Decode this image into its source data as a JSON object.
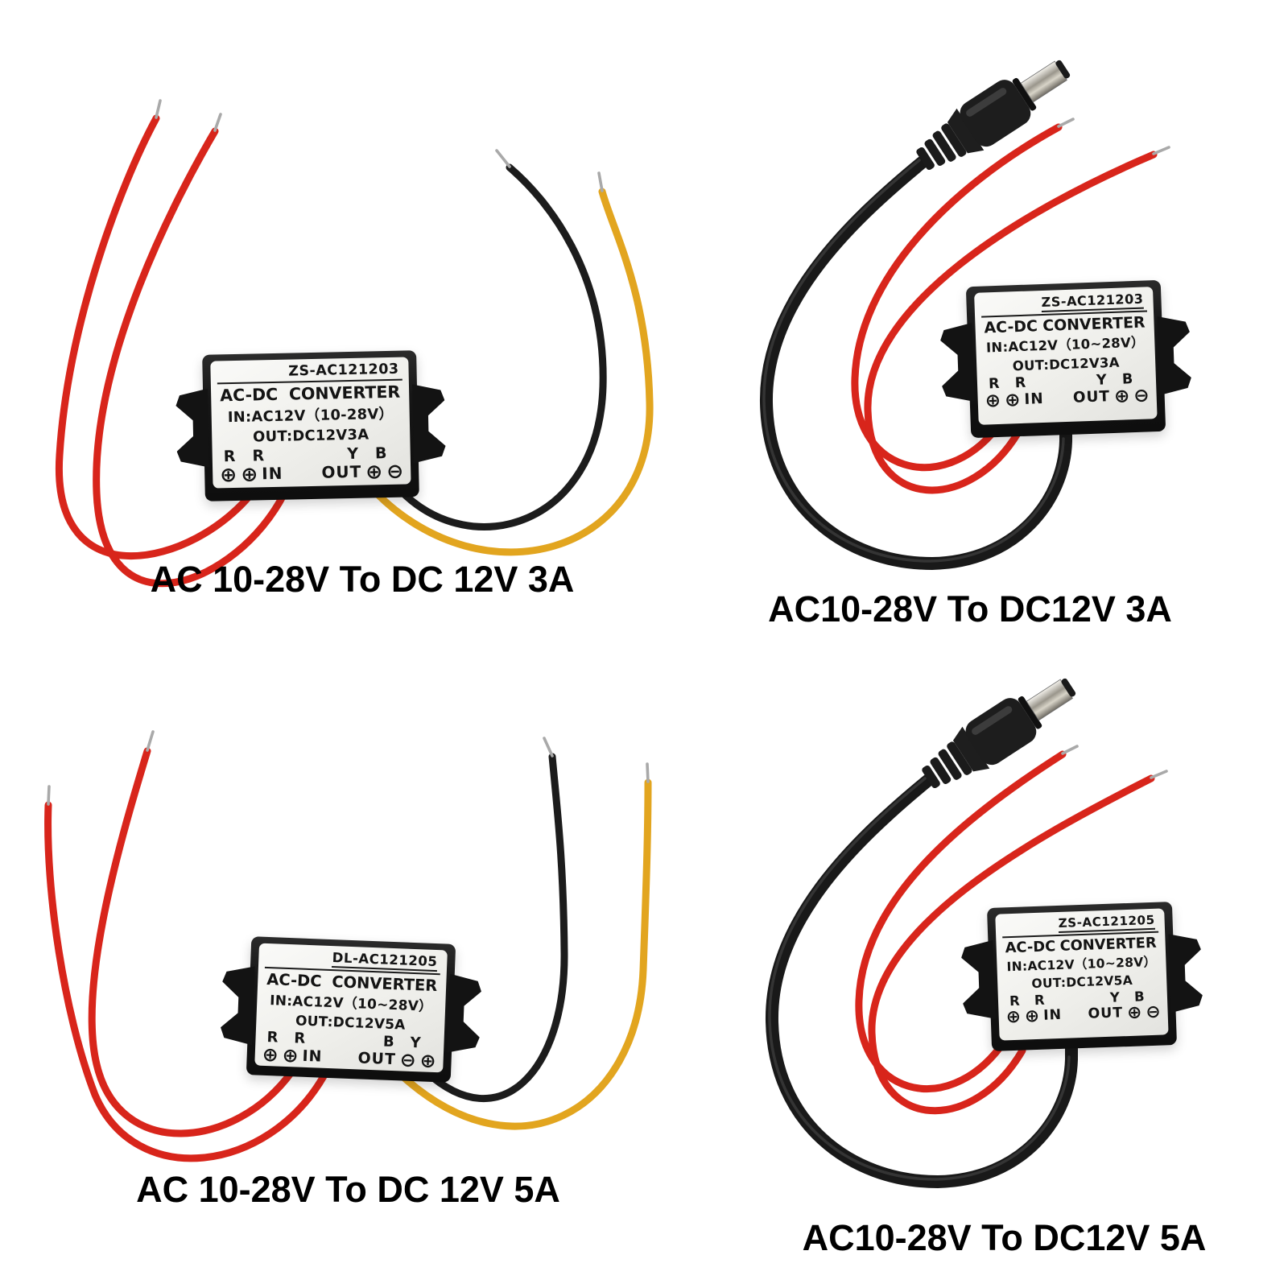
{
  "page": {
    "background": "#ffffff",
    "description_visible_content": "four product photos of AC-DC converter modules with wire leads"
  },
  "colors": {
    "wire_red": "#d8251b",
    "wire_yellow": "#e2a51f",
    "wire_black": "#1c1c1c",
    "cable_black": "#191919",
    "case_black": "#141414",
    "label_background": "#efefec",
    "label_text": "#141414",
    "caption_text": "#000000",
    "tip_silver": "#a9a9a9"
  },
  "products": [
    {
      "caption": "AC 10-28V To DC 12V 3A",
      "wire_colors": [
        "red",
        "red",
        "yellow",
        "black"
      ],
      "connector": "bare wire leads",
      "label": {
        "model": "ZS-AC121203",
        "brand_left": "AC-DC",
        "brand_right": "CONVERTER",
        "input": "IN:AC12V（10-28V）",
        "output": "OUT:DC12V3A",
        "terminal_left_letters": "R R",
        "terminal_right_letters": "Y B",
        "terminal_symbols": [
          "⊕",
          "⊕",
          "IN",
          "OUT",
          "⊕",
          "⊖"
        ]
      }
    },
    {
      "caption": "AC10-28V To DC12V 3A",
      "wire_colors": [
        "black cable with DC plug",
        "red",
        "red"
      ],
      "connector": "DC barrel plug",
      "label": {
        "model": "ZS-AC121203",
        "brand_left": "AC-DC",
        "brand_right": "CONVERTER",
        "input": "IN:AC12V（10~28V）",
        "output": "OUT:DC12V3A",
        "terminal_left_letters": "R R",
        "terminal_right_letters": "Y B",
        "terminal_symbols": [
          "⊕",
          "⊕",
          "IN",
          "OUT",
          "⊕",
          "⊖"
        ]
      }
    },
    {
      "caption": "AC 10-28V To DC 12V 5A",
      "wire_colors": [
        "red",
        "red",
        "yellow",
        "black"
      ],
      "connector": "bare wire leads",
      "label": {
        "model": "DL-AC121205",
        "brand_left": "AC-DC",
        "brand_right": "CONVERTER",
        "input": "IN:AC12V（10~28V）",
        "output": "OUT:DC12V5A",
        "terminal_left_letters": "R R",
        "terminal_right_letters": "B Y",
        "terminal_symbols": [
          "⊕",
          "⊕",
          "IN",
          "OUT",
          "⊖",
          "⊕"
        ]
      }
    },
    {
      "caption": "AC10-28V To DC12V 5A",
      "wire_colors": [
        "black cable with DC plug",
        "red",
        "red"
      ],
      "connector": "DC barrel plug",
      "label": {
        "model": "ZS-AC121205",
        "brand_left": "AC-DC",
        "brand_right": "CONVERTER",
        "input": "IN:AC12V（10~28V）",
        "output": "OUT:DC12V5A",
        "terminal_left_letters": "R R",
        "terminal_right_letters": "Y B",
        "terminal_symbols": [
          "⊕",
          "⊕",
          "IN",
          "OUT",
          "⊕",
          "⊖"
        ]
      }
    }
  ]
}
